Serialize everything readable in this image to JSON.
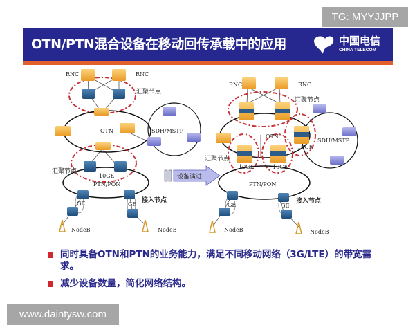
{
  "watermarks": {
    "top": "TG: MYYJJPP",
    "bottom": "www.daintysw.com"
  },
  "header": {
    "title": "OTN/PTN混合设备在移动回传承载中的应用",
    "logo_cn": "中国电信",
    "logo_en": "CHINA TELECOM",
    "colors": {
      "banner": "#27288f",
      "stripe": "#e05f2a"
    }
  },
  "diagram": {
    "left": {
      "rnc": "RNC",
      "otn": "OTN",
      "sdh": "SDH/MSTP",
      "agg_node": "汇聚节点",
      "ptn": "PTN/PON",
      "link_10ge": "10GE",
      "access_node": "接入节点",
      "ge": "GE",
      "nodeb": "NodeB"
    },
    "arrow_label": "设备演进",
    "right": {
      "rnc": "RNC",
      "otn": "OTN",
      "sdh": "SDH/MSTP",
      "agg_node": "汇聚节点",
      "ptn": "PTN/PON",
      "link_10ge": "10GE",
      "access_node": "接入节点",
      "ge": "GE",
      "nodeb": "NodeB"
    }
  },
  "bullets": [
    "同时具备OTN和PTN的业务能力，满足不同移动网络（3G/LTE）的带宽需求。",
    "减少设备数量，简化网络结构。"
  ]
}
